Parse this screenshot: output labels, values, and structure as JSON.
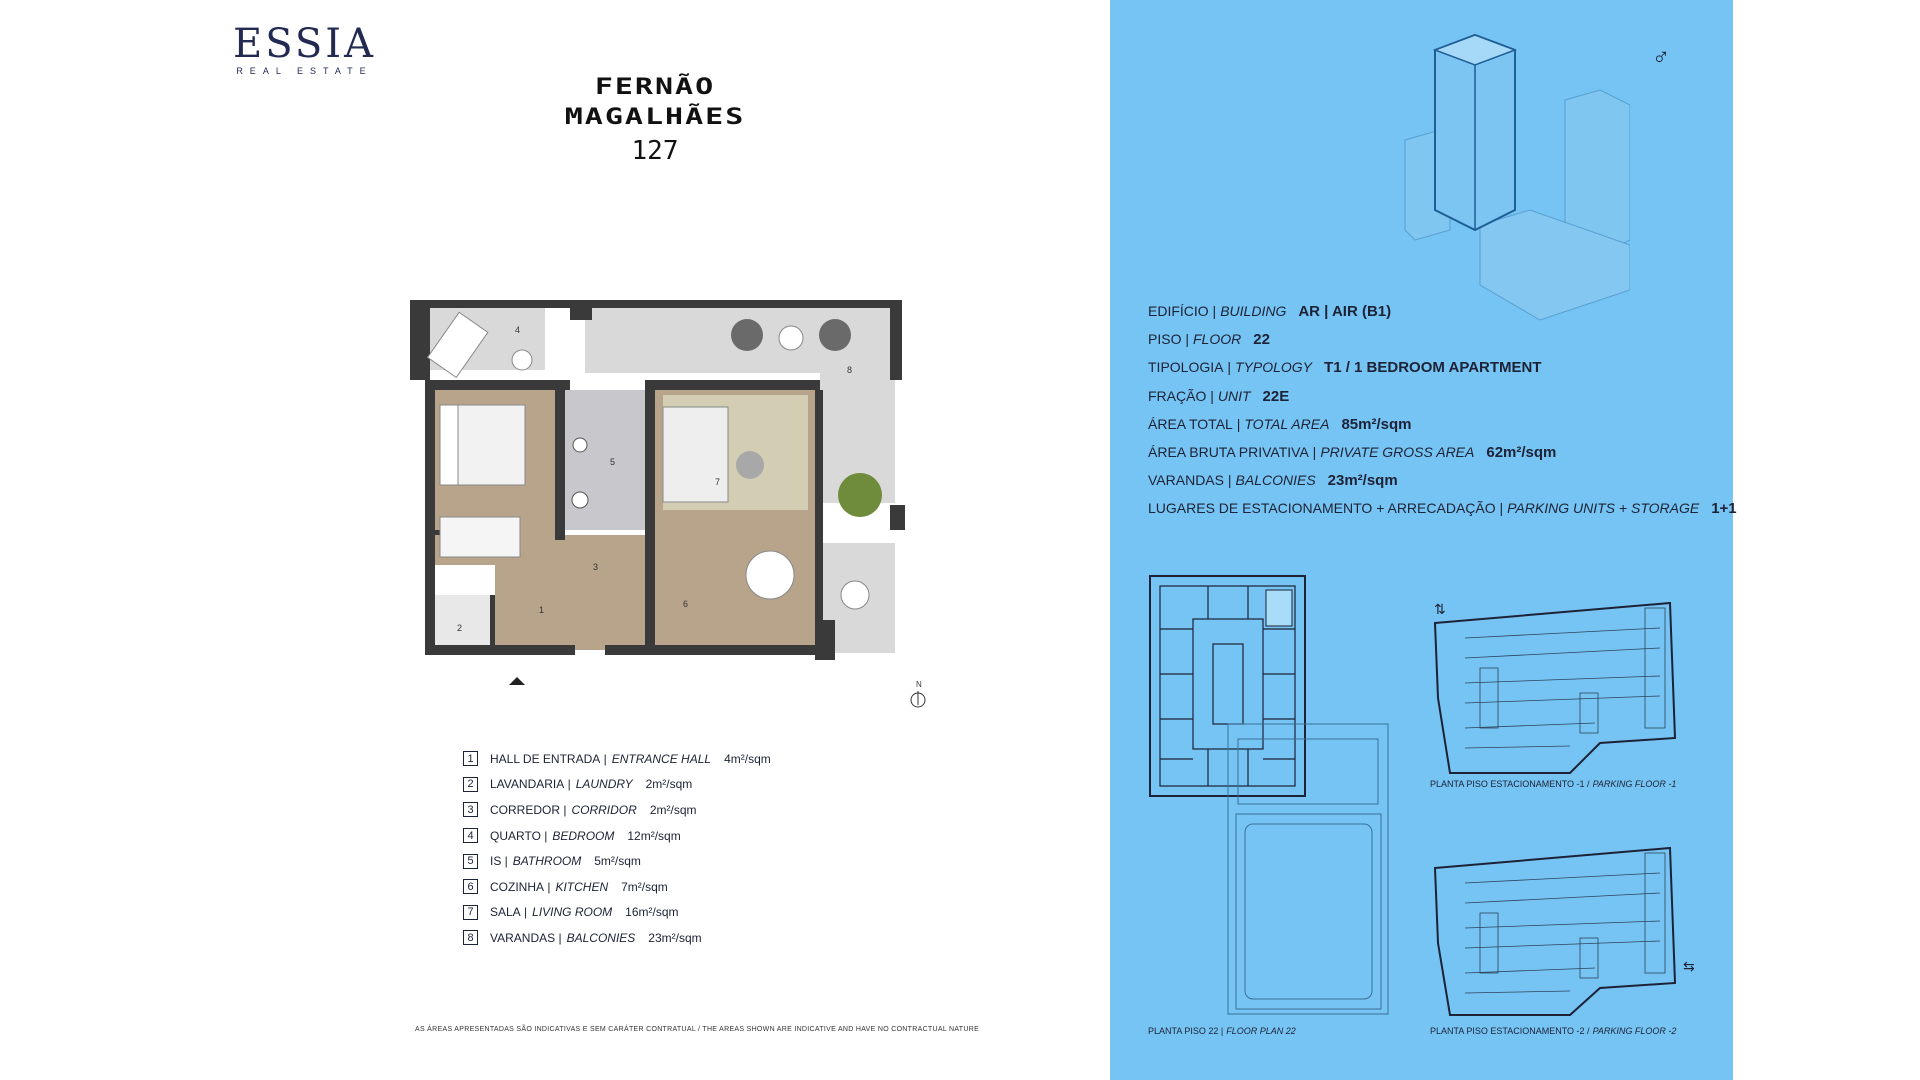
{
  "brand": {
    "name": "ESSIA",
    "sub": "REAL ESTATE"
  },
  "project": {
    "line1": "FERNÃO",
    "line2": "MAGALHÃES",
    "number": "127"
  },
  "floorplan": {
    "room_numbers": [
      "1",
      "2",
      "3",
      "4",
      "5",
      "6",
      "7",
      "8"
    ],
    "north": "N"
  },
  "legend": [
    {
      "num": "1",
      "pt": "HALL DE ENTRADA",
      "en": "ENTRANCE HALL",
      "area": "4m²/sqm"
    },
    {
      "num": "2",
      "pt": "LAVANDARIA",
      "en": "LAUNDRY",
      "area": "2m²/sqm"
    },
    {
      "num": "3",
      "pt": "CORREDOR",
      "en": "CORRIDOR",
      "area": "2m²/sqm"
    },
    {
      "num": "4",
      "pt": "QUARTO",
      "en": "BEDROOM",
      "area": "12m²/sqm"
    },
    {
      "num": "5",
      "pt": "IS",
      "en": "BATHROOM",
      "area": "5m²/sqm"
    },
    {
      "num": "6",
      "pt": "COZINHA",
      "en": "KITCHEN",
      "area": "7m²/sqm"
    },
    {
      "num": "7",
      "pt": "SALA",
      "en": "LIVING ROOM",
      "area": "16m²/sqm"
    },
    {
      "num": "8",
      "pt": "VARANDAS",
      "en": "BALCONIES",
      "area": "23m²/sqm"
    }
  ],
  "disclaimer": "AS ÁREAS APRESENTADAS SÃO INDICATIVAS E SEM CARÁTER CONTRATUAL  /  THE AREAS SHOWN ARE INDICATIVE AND HAVE NO CONTRACTUAL NATURE",
  "specs": [
    {
      "pt": "EDIFÍCIO",
      "en": "BUILDING",
      "value": "AR | AIR (B1)"
    },
    {
      "pt": "PISO",
      "en": "FLOOR",
      "value": "22"
    },
    {
      "pt": "TIPOLOGIA",
      "en": "TYPOLOGY",
      "value": "T1 / 1 BEDROOM APARTMENT"
    },
    {
      "pt": "FRAÇÃO",
      "en": "UNIT",
      "value": "22E"
    },
    {
      "pt": "ÁREA TOTAL",
      "en": "TOTAL AREA",
      "value": "85m²/sqm"
    },
    {
      "pt": "ÁREA BRUTA PRIVATIVA",
      "en": "PRIVATE GROSS AREA",
      "value": "62m²/sqm"
    },
    {
      "pt": "VARANDAS",
      "en": "BALCONIES",
      "value": "23m²/sqm"
    },
    {
      "pt": "LUGARES DE ESTACIONAMENTO + ARRECADAÇÃO",
      "en": "PARKING UNITS + STORAGE",
      "value": "1+1"
    }
  ],
  "symbol": "♂",
  "captions": {
    "floor22_pt": "PLANTA PISO 22",
    "floor22_en": "FLOOR PLAN 22",
    "parking1_pt": "PLANTA PISO ESTACIONAMENTO -1",
    "parking1_en": "PARKING FLOOR -1",
    "parking2_pt": "PLANTA PISO ESTACIONAMENTO -2",
    "parking2_en": "PARKING FLOOR -2"
  },
  "colors": {
    "panel": "#76c4f3",
    "ink": "#1d2236",
    "wall": "#3a3a3a",
    "floor_wood": "#b8a48a",
    "balcony": "#d9d9d9"
  }
}
